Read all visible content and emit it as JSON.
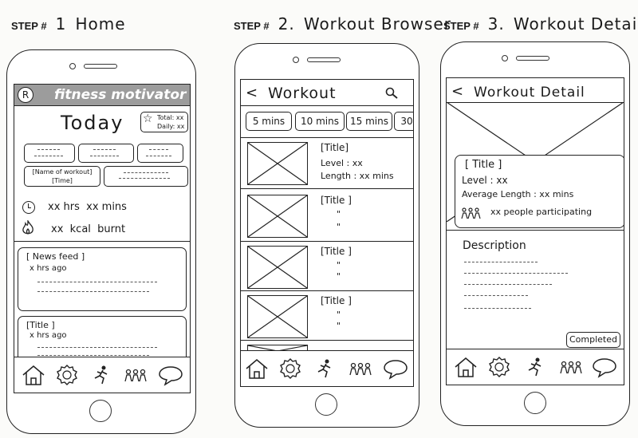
{
  "steps": [
    {
      "label": "STEP #",
      "number": "1",
      "title": "Home",
      "home": {
        "app_name": "fitness motivator",
        "logo_letter": "R",
        "today": "Today",
        "total": "Total: xx",
        "daily": "Daily: xx",
        "workout_name": "[Name of workout]",
        "workout_time": "[Time]",
        "time_stat": "xx hrs  xx mins",
        "kcal_stat": "xx  kcal  burnt",
        "feed": [
          {
            "title": "[ News feed ]",
            "time": "x hrs ago"
          },
          {
            "title": "[Title ]",
            "time": "x hrs ago"
          }
        ]
      }
    },
    {
      "label": "STEP #",
      "number": "2.",
      "title": "Workout Browser",
      "browser": {
        "back": "<",
        "header": "Workout",
        "filters": [
          "5 mins",
          "10 mins",
          "15 mins",
          "30"
        ],
        "items": [
          {
            "title": "[Title]",
            "level": "Level : xx",
            "length": "Length : xx mins"
          },
          {
            "title": "[Title ]",
            "level": "\"",
            "length": "\""
          },
          {
            "title": "[Title ]",
            "level": "\"",
            "length": "\""
          },
          {
            "title": "[Title ]",
            "level": "\"",
            "length": "\""
          }
        ]
      }
    },
    {
      "label": "STEP #",
      "number": "3.",
      "title": "Workout Detail",
      "detail": {
        "back": "<",
        "header": "Workout Detail",
        "card_title": "[ Title ]",
        "level": "Level : xx",
        "avg_length": "Average Length : xx mins",
        "participants": "xx people participating",
        "description": "Description",
        "completed": "Completed"
      }
    }
  ],
  "icons": [
    "home-icon",
    "badge-icon",
    "running-person-icon",
    "group-icon",
    "chat-bubble-icon"
  ]
}
